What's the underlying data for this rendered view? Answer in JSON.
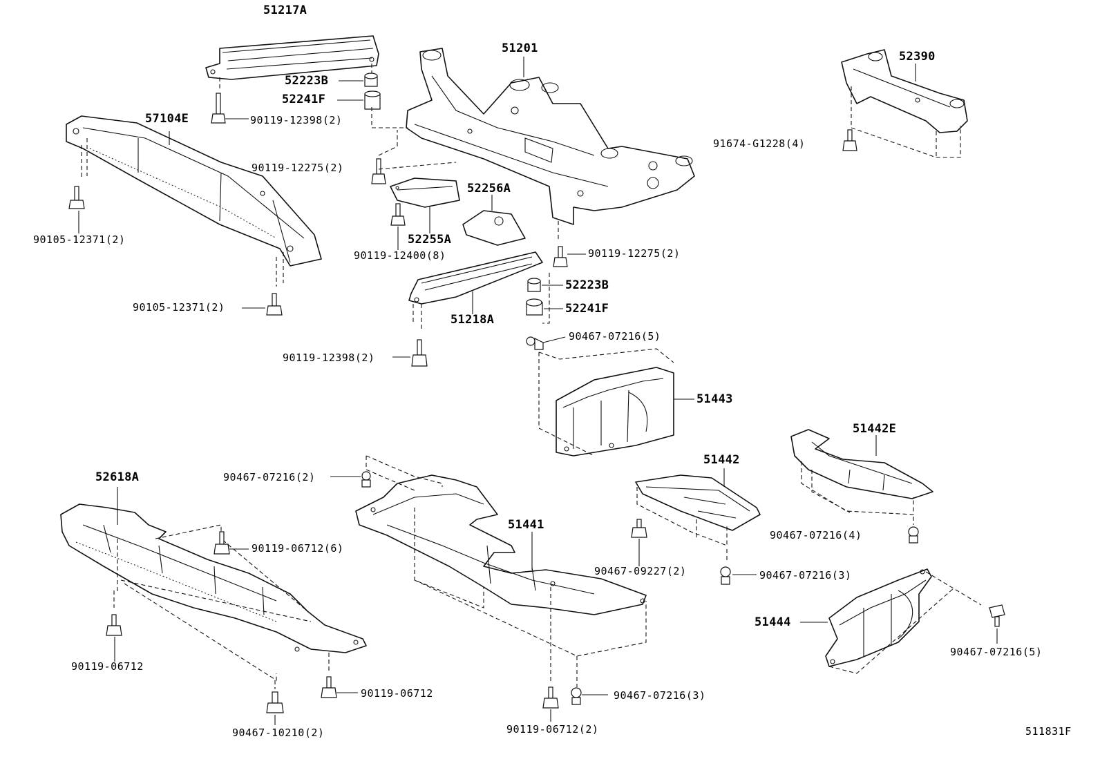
{
  "diagram_id": "511831F",
  "labels": {
    "p51217A": "51217A",
    "p51201": "51201",
    "p52390": "52390",
    "p52223B_top": "52223B",
    "p52241F_top": "52241F",
    "p57104E": "57104E",
    "b90119_12398_top": "90119-12398(2)",
    "b90119_12275_left": "90119-12275(2)",
    "b91674_G1228": "91674-G1228(4)",
    "p52256A": "52256A",
    "p52255A": "52255A",
    "b90105_12371_left": "90105-12371(2)",
    "b90119_12400": "90119-12400(8)",
    "b90119_12275_right": "90119-12275(2)",
    "p52223B_mid": "52223B",
    "p52241F_mid": "52241F",
    "p51218A": "51218A",
    "b90105_12371_mid": "90105-12371(2)",
    "b90467_07216_5a": "90467-07216(5)",
    "b90119_12398_mid": "90119-12398(2)",
    "p51443": "51443",
    "p51442E": "51442E",
    "p51442": "51442",
    "p52618A": "52618A",
    "b90467_07216_2": "90467-07216(2)",
    "p51441": "51441",
    "b90119_06712_6": "90119-06712(6)",
    "b90467_07216_4": "90467-07216(4)",
    "b90467_09227": "90467-09227(2)",
    "b90467_07216_3a": "90467-07216(3)",
    "p51444": "51444",
    "b90467_07216_5b": "90467-07216(5)",
    "b90119_06712_left": "90119-06712",
    "b90119_06712_mid": "90119-06712",
    "b90467_07216_3b": "90467-07216(3)",
    "b90467_10210": "90467-10210(2)",
    "b90119_06712_2": "90119-06712(2)"
  }
}
